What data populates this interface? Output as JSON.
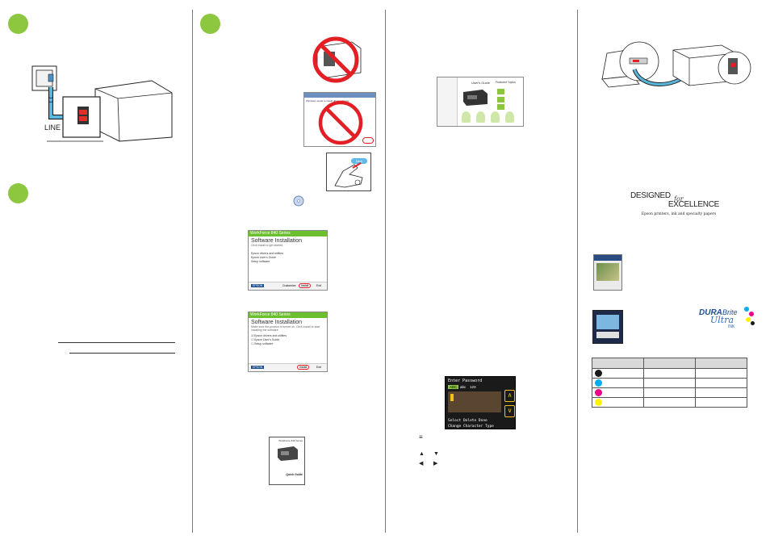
{
  "page1": {
    "line_label": "LINE"
  },
  "page2": {
    "screen1": {
      "bar": "WorkForce 840 Series",
      "title": "Software Installation",
      "sub": "Click Install to get started.",
      "items": [
        "Epson drivers and utilities",
        "Epson User's Guide",
        "Setup software"
      ],
      "foot_left": "EPSON",
      "customize": "Customize",
      "install": "Install",
      "exit": "Exit"
    },
    "screen2": {
      "bar": "WorkForce 840 Series",
      "title": "Software Installation",
      "sub": "Make sure the product is turned on. Click Install to start installing the software.",
      "items": [
        "Epson drivers and utilities",
        "Epson User's Guide",
        "Setup software"
      ],
      "foot_left": "EPSON",
      "install": "Install",
      "exit": "Exit"
    },
    "installer_button": "Next",
    "booklet": {
      "title": "WorkForce 840 Series",
      "subtitle": "Quick Guide"
    }
  },
  "page3": {
    "guide_window": {
      "title": "User's Guide",
      "side": "Featured Topics"
    },
    "lcd": {
      "title": "Enter Password",
      "tabs": [
        "ABC",
        "abc",
        "123"
      ],
      "footer1": "Select  Delete  Done",
      "footer2": "Change Character Type"
    }
  },
  "page4": {
    "logo_line1": "DESIGNED",
    "logo_for": "for",
    "logo_line2": "EXCELLENCE",
    "logo_tag": "Epson printers, ink and specialty papers",
    "durabrite": {
      "dura": "DURA",
      "brite": "Brite",
      "ultra": "Ultra",
      "ink": "INK"
    },
    "ink_colors": [
      "#1a1a1a",
      "#00aeef",
      "#ec008c",
      "#fff200"
    ]
  }
}
